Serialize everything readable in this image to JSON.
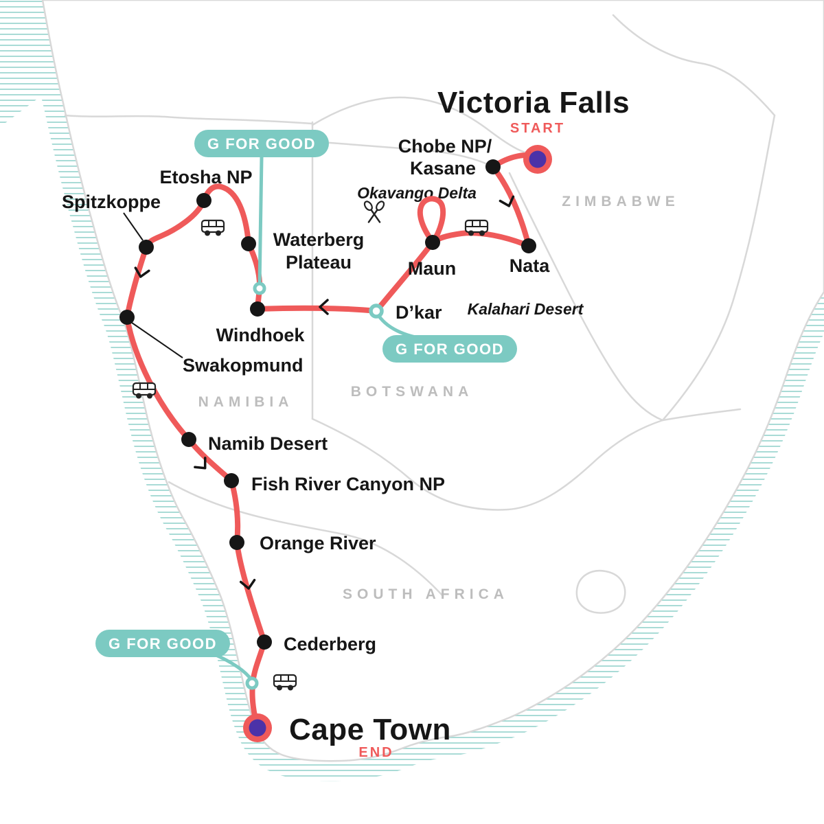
{
  "badge_label": "G FOR GOOD",
  "route": {
    "start": {
      "name": "Victoria Falls",
      "tag": "START"
    },
    "end": {
      "name": "Cape Town",
      "tag": "END"
    }
  },
  "stops": {
    "chobe_line1": "Chobe NP/",
    "chobe_line2": "Kasane",
    "nata": "Nata",
    "maun": "Maun",
    "dkar": "D’kar",
    "windhoek": "Windhoek",
    "waterberg_line1": "Waterberg",
    "waterberg_line2": "Plateau",
    "etosha": "Etosha NP",
    "spitzkoppe": "Spitzkoppe",
    "swakopmund": "Swakopmund",
    "namib": "Namib Desert",
    "fish_river": "Fish River Canyon NP",
    "orange_river": "Orange River",
    "cederberg": "Cederberg"
  },
  "countries": {
    "zimbabwe": "ZIMBABWE",
    "botswana": "BOTSWANA",
    "namibia": "NAMIBIA",
    "south_africa": "SOUTH AFRICA"
  },
  "regions": {
    "okavango": "Okavango Delta",
    "kalahari": "Kalahari Desert"
  },
  "colors": {
    "route": "#EF5A5A",
    "teal": "#7CCAC2",
    "hatch": "#A9DBD6",
    "purple": "#4B32A8",
    "border": "#D8D8D8",
    "country_label": "#BDBDBD"
  }
}
